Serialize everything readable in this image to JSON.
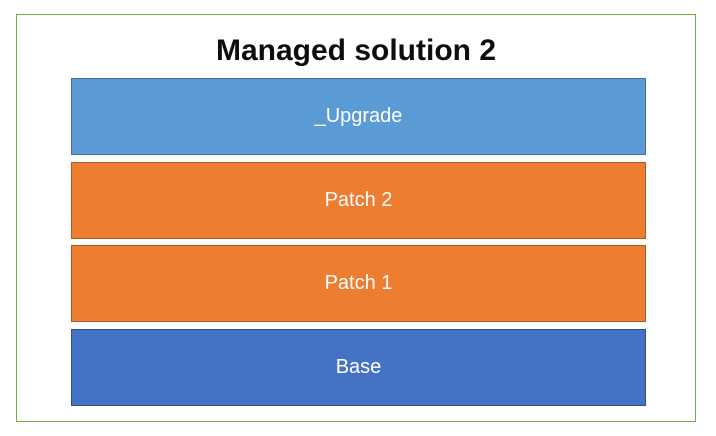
{
  "slide": {
    "title": "Managed solution 2",
    "title_color": "#0d0d0d",
    "frame_border_color": "#70AD47",
    "background": "#ffffff"
  },
  "stack": {
    "label_color": "#ffffff",
    "bars": [
      {
        "id": "upgrade",
        "label": "_Upgrade",
        "fill": "#5B9BD5",
        "border": "#41719C"
      },
      {
        "id": "patch-2",
        "label": "Patch 2",
        "fill": "#ED7D31",
        "border": "#AE5A21"
      },
      {
        "id": "patch-1",
        "label": "Patch 1",
        "fill": "#ED7D31",
        "border": "#AE5A21"
      },
      {
        "id": "base",
        "label": "Base",
        "fill": "#4472C4",
        "border": "#2F528F"
      }
    ]
  }
}
